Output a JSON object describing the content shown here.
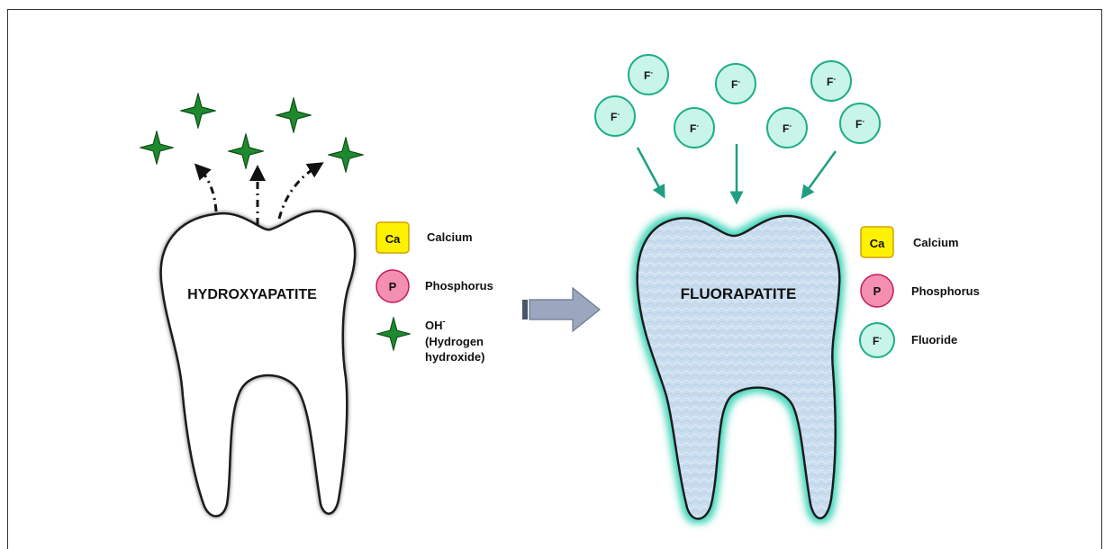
{
  "left": {
    "title": "HYDROXYAPATITE",
    "legend": {
      "calcium_symbol": "Ca",
      "calcium_label": "Calcium",
      "phosphorus_symbol": "P",
      "phosphorus_label": "Phosphorus",
      "hydroxide_symbol": "OH",
      "hydroxide_sup": "-",
      "hydroxide_label_1": "(Hydrogen",
      "hydroxide_label_2": "hydroxide)"
    }
  },
  "right": {
    "title": "FLUORAPATITE",
    "fluoride_symbol": "F",
    "fluoride_sup": "-",
    "legend": {
      "calcium_symbol": "Ca",
      "calcium_label": "Calcium",
      "phosphorus_symbol": "P",
      "phosphorus_label": "Phosphorus",
      "fluoride_symbol": "F",
      "fluoride_sup": "-",
      "fluoride_label": "Fluoride"
    }
  },
  "colors": {
    "calcium_fill": "#fff200",
    "calcium_stroke": "#d4a000",
    "phosphorus_fill": "#f48fb1",
    "phosphorus_stroke": "#c2185b",
    "fluoride_fill": "#c8f5e8",
    "fluoride_stroke": "#1fae88",
    "star_fill": "#1e8a2e",
    "star_stroke": "#0e4d17",
    "enamel_fill": "#c9ddef",
    "glow": "#2fd1b4",
    "arrow_teal": "#1f9e82",
    "big_arrow": "#9aa7bf"
  }
}
